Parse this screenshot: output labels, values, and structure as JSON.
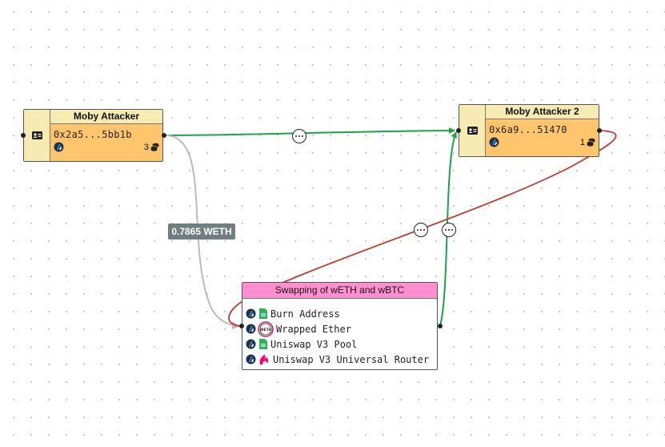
{
  "nodes": {
    "attacker1": {
      "title": "Moby Attacker",
      "address": "0x2a5...5bb1b",
      "count": "3"
    },
    "attacker2": {
      "title": "Moby Attacker 2",
      "address": "0x6a9...51470",
      "count": "1"
    }
  },
  "group": {
    "title": "Swapping of wETH and wBTC",
    "items": [
      {
        "label": "Burn Address",
        "badge": "doc-icon"
      },
      {
        "label": "Wrapped Ether",
        "badge": "weth-logo",
        "badge_text": "WETH"
      },
      {
        "label": "Uniswap V3 Pool",
        "badge": "doc-icon"
      },
      {
        "label": "Uniswap V3 Universal Router",
        "badge": "unicorn-icon"
      }
    ]
  },
  "edges": {
    "transfer_label": "0.7865 WETH"
  },
  "colors": {
    "green": "#1aa34a",
    "red": "#c0392b",
    "gray": "#b8bcbd",
    "address_body": "#ffc56c",
    "address_header": "#f5ebb3",
    "group_header": "#ff8fd0"
  }
}
